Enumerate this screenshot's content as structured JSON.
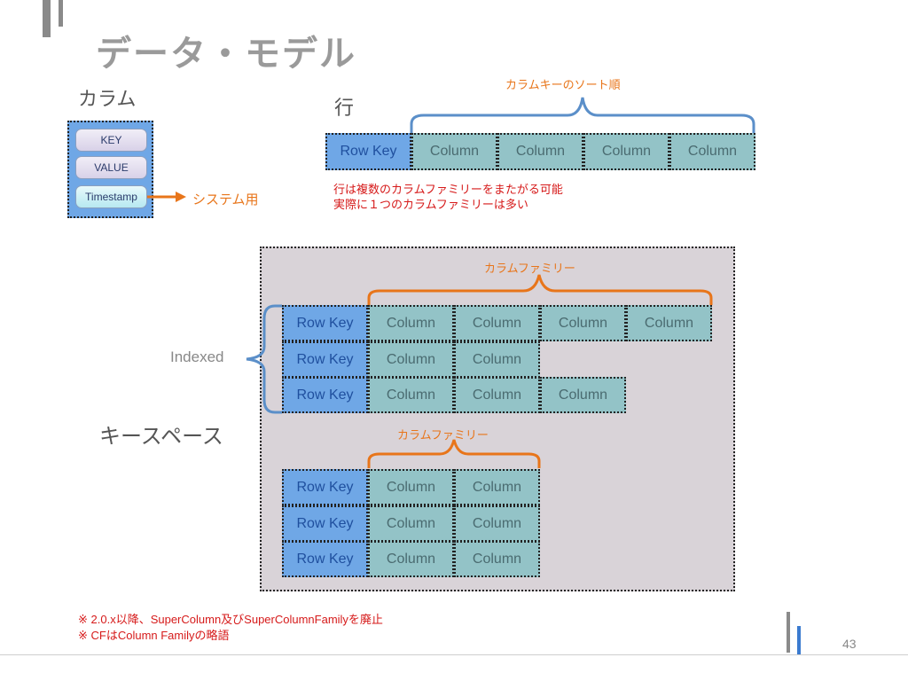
{
  "slide": {
    "title": "データ・モデル",
    "page_number": "43"
  },
  "column_section": {
    "heading": "カラム",
    "key_label": "KEY",
    "value_label": "VALUE",
    "timestamp_label": "Timestamp",
    "system_use_label": "システム用"
  },
  "row_section": {
    "heading": "行",
    "brace_label": "カラムキーのソート順",
    "row_key": "Row Key",
    "columns": [
      "Column",
      "Column",
      "Column",
      "Column"
    ],
    "note_line1": "行は複数のカラムファミリーをまたがる可能",
    "note_line2": "実際に１つのカラムファミリーは多い"
  },
  "keyspace": {
    "heading": "キースペース",
    "indexed_label": "Indexed",
    "family1": {
      "label": "カラムファミリー",
      "rows": [
        {
          "key": "Row Key",
          "columns": [
            "Column",
            "Column",
            "Column",
            "Column"
          ]
        },
        {
          "key": "Row Key",
          "columns": [
            "Column",
            "Column"
          ]
        },
        {
          "key": "Row Key",
          "columns": [
            "Column",
            "Column",
            "Column"
          ]
        }
      ]
    },
    "family2": {
      "label": "カラムファミリー",
      "rows": [
        {
          "key": "Row Key",
          "columns": [
            "Column",
            "Column"
          ]
        },
        {
          "key": "Row Key",
          "columns": [
            "Column",
            "Column"
          ]
        },
        {
          "key": "Row Key",
          "columns": [
            "Column",
            "Column"
          ]
        }
      ]
    }
  },
  "footnotes": {
    "line1": "※ 2.0.x以降、SuperColumn及びSuperColumnFamilyを廃止",
    "line2": "※ CFはColumn Familyの略語"
  },
  "colors": {
    "row_key": "#6fa7e6",
    "column": "#93c3c7",
    "brace_blue": "#5b8fc9",
    "brace_orange": "#e8751a",
    "keyspace_bg": "#d9d3d8",
    "note_red": "#d61a1a"
  }
}
